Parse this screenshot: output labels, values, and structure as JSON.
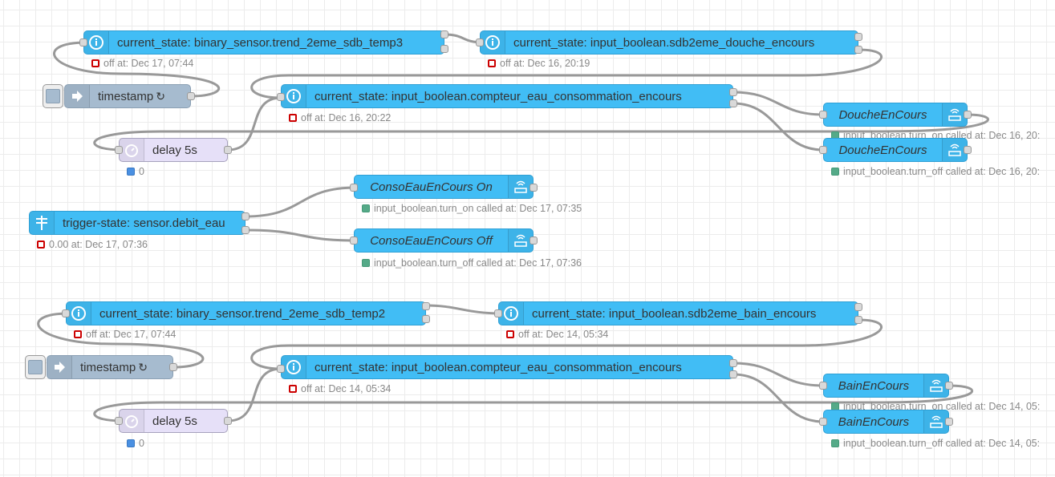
{
  "flow_top": {
    "cs_temp3": {
      "label": "current_state: binary_sensor.trend_2eme_sdb_temp3",
      "status": "off at: Dec 17, 07:44"
    },
    "cs_douche": {
      "label": "current_state: input_boolean.sdb2eme_douche_encours",
      "status": "off at: Dec 16, 20:19"
    },
    "timestamp": {
      "label": "timestamp",
      "icon": "↻"
    },
    "cs_compteur": {
      "label": "current_state: input_boolean.compteur_eau_consommation_encours",
      "status": "off at: Dec 16, 20:22"
    },
    "delay": {
      "label": "delay 5s",
      "status": "0"
    },
    "douche_on": {
      "label": "DoucheEnCours",
      "status": "input_boolean.turn_on called at: Dec 16, 20:"
    },
    "douche_off": {
      "label": "DoucheEnCours",
      "status": "input_boolean.turn_off called at: Dec 16, 20:"
    }
  },
  "flow_mid": {
    "trigger": {
      "label": "trigger-state: sensor.debit_eau",
      "status": "0.00 at: Dec 17, 07:36"
    },
    "conso_on": {
      "label": "ConsoEauEnCours On",
      "status": "input_boolean.turn_on called at: Dec 17, 07:35"
    },
    "conso_off": {
      "label": "ConsoEauEnCours Off",
      "status": "input_boolean.turn_off called at: Dec 17, 07:36"
    }
  },
  "flow_bottom": {
    "cs_temp2": {
      "label": "current_state: binary_sensor.trend_2eme_sdb_temp2",
      "status": "off at: Dec 17, 07:44"
    },
    "cs_bain": {
      "label": "current_state: input_boolean.sdb2eme_bain_encours",
      "status": "off at: Dec 14, 05:34"
    },
    "timestamp": {
      "label": "timestamp",
      "icon": "↻"
    },
    "cs_compteur": {
      "label": "current_state: input_boolean.compteur_eau_consommation_encours",
      "status": "off at: Dec 14, 05:34"
    },
    "delay": {
      "label": "delay 5s",
      "status": "0"
    },
    "bain_on": {
      "label": "BainEnCours",
      "status": "input_boolean.turn_on called at: Dec 14, 05:"
    },
    "bain_off": {
      "label": "BainEnCours",
      "status": "input_boolean.turn_off called at: Dec 14, 05:"
    }
  },
  "icons": {
    "info": "info-icon",
    "inject": "arrow-right-icon",
    "delay": "timer-icon",
    "service": "router-icon",
    "trigger": "trigger-icon"
  },
  "colors": {
    "ha_node": "#41bdf5",
    "inject_node": "#a6bbcf",
    "delay_node": "#e6e0f8",
    "wire": "#999999",
    "status_red": "#cc0000",
    "status_green": "#55aa88",
    "status_blue": "#4a90e2"
  }
}
